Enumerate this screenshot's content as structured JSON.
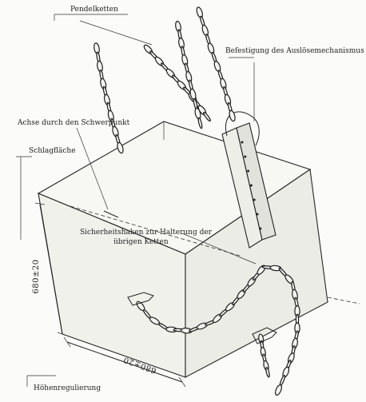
{
  "labels": {
    "pendelketten": "Pendelketten",
    "befestigung": "Befestigung des Auslösemechanismus",
    "achse": "Achse durch den Schwerpunkt",
    "schlagflaeche": "Schlagfläche",
    "sicherheitshaken_line1": "Sicherheitshaken zur Halterung der",
    "sicherheitshaken_line2": "übrigen Ketten",
    "hoehenregulierung": "Höhenregulierung"
  },
  "dimensions": {
    "vertical": "680±20",
    "horizontal": "680±20"
  },
  "colors": {
    "ink": "#222222",
    "paper": "#fbfbf9"
  }
}
